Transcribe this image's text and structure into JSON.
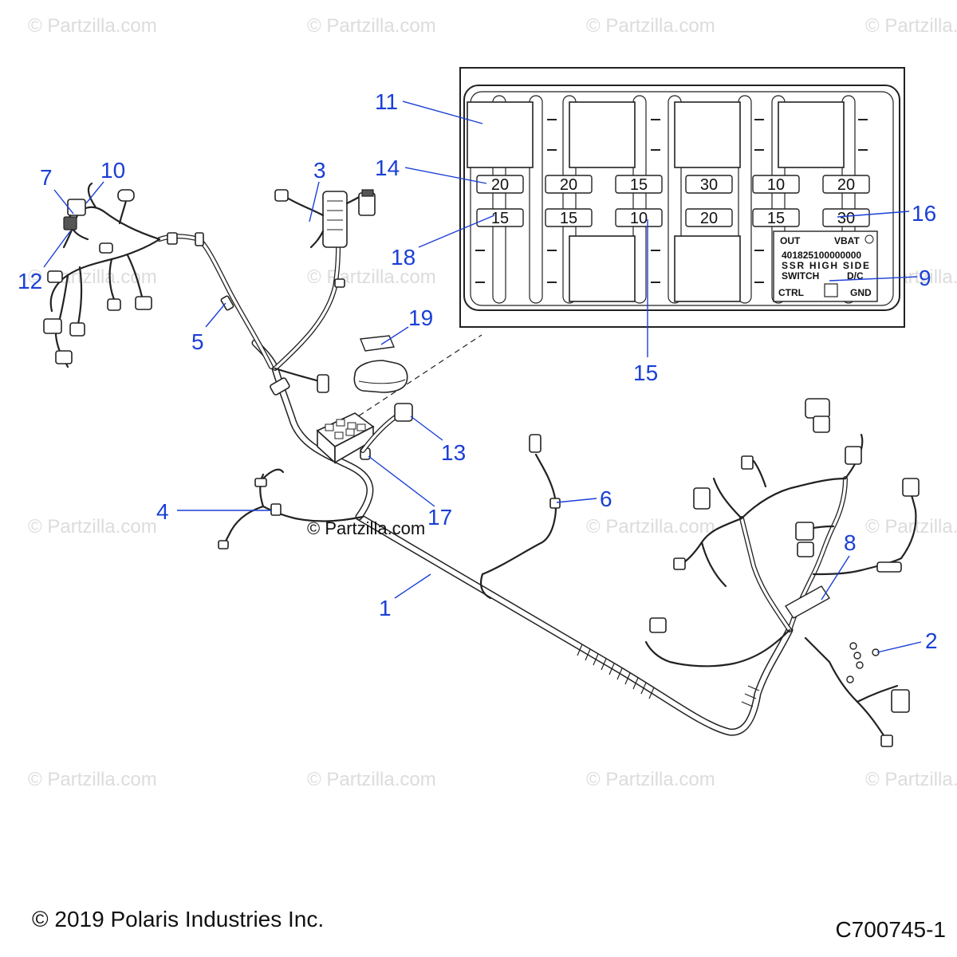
{
  "watermark": "© Partzilla.com",
  "center_mark": "© Partzilla.com",
  "footer": {
    "copyright": "© 2019 Polaris Industries Inc.",
    "diagram_code": "C700745-1"
  },
  "callouts": [
    "1",
    "2",
    "3",
    "4",
    "5",
    "6",
    "7",
    "8",
    "9",
    "10",
    "11",
    "12",
    "13",
    "14",
    "15",
    "16",
    "17",
    "18",
    "19"
  ],
  "callout_15_lower": "15",
  "fuse_panel": {
    "top_row": [
      "20",
      "20",
      "15",
      "30",
      "10",
      "20"
    ],
    "bottom_row": [
      "15",
      "15",
      "10",
      "20",
      "15",
      "30"
    ],
    "label_out": "OUT",
    "label_vbat": "VBAT",
    "part_number": "401825100000000",
    "line1": "SSR HIGH SIDE",
    "line2a": "SWITCH",
    "line2b": "D/C",
    "label_ctrl": "CTRL",
    "label_gnd": "GND"
  }
}
